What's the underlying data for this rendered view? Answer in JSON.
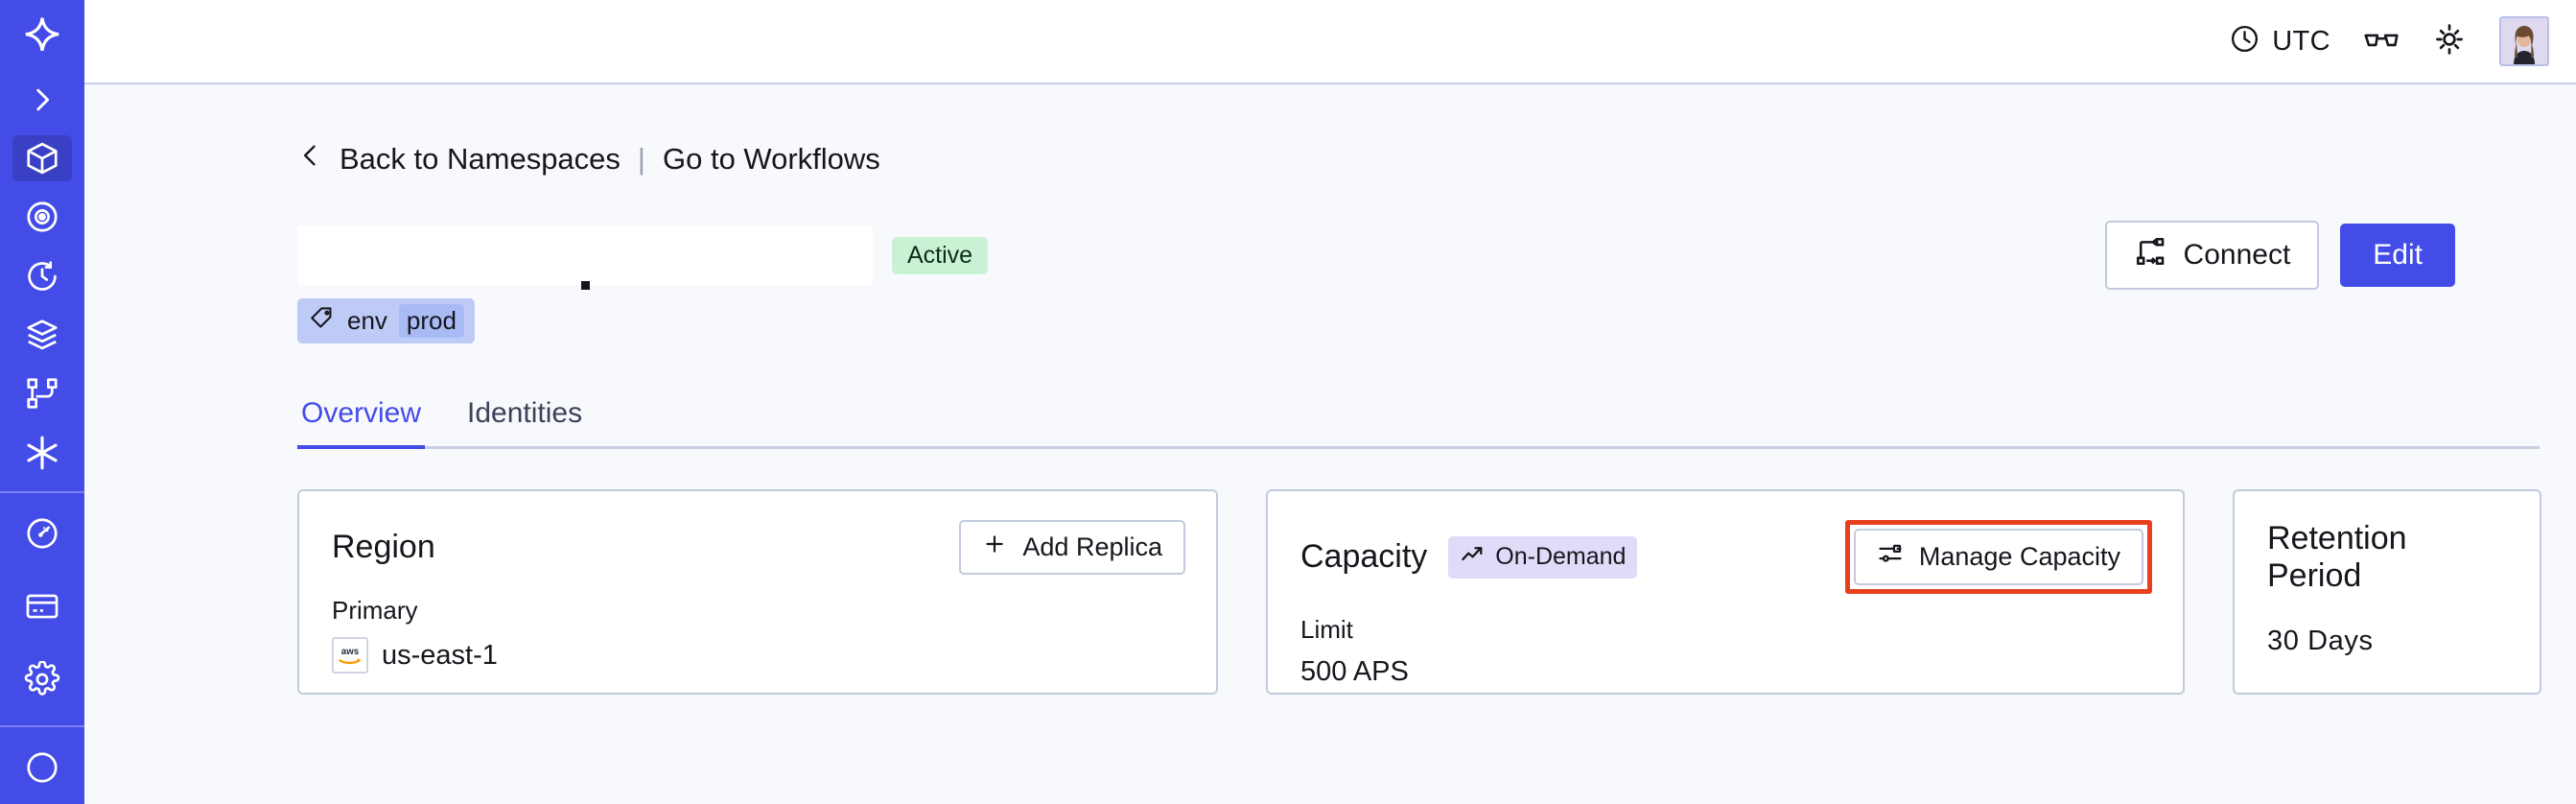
{
  "sidebar": {
    "logo_icon": "temporal-star-logo",
    "expand_icon": "chevron-right-icon",
    "items": [
      {
        "name": "namespaces",
        "icon": "cube-icon",
        "active": true
      },
      {
        "name": "observability",
        "icon": "eye-spiral-icon",
        "active": false
      },
      {
        "name": "schedules",
        "icon": "clock-history-icon",
        "active": false
      },
      {
        "name": "batch-operations",
        "icon": "layers-icon",
        "active": false
      },
      {
        "name": "workflows",
        "icon": "git-branch-icon",
        "active": false
      },
      {
        "name": "nexus",
        "icon": "asterisk-icon",
        "active": false
      }
    ],
    "bottom_items": [
      {
        "name": "usage",
        "icon": "gauge-icon"
      },
      {
        "name": "billing",
        "icon": "credit-card-icon"
      },
      {
        "name": "settings",
        "icon": "gear-icon"
      }
    ]
  },
  "topbar": {
    "timezone_label": "UTC",
    "timezone_icon": "clock-icon",
    "glasses_icon": "reading-glasses-icon",
    "theme_icon": "sun-icon",
    "avatar_icon": "user-avatar"
  },
  "breadcrumb": {
    "back_icon": "chevron-left-icon",
    "back_label": "Back to Namespaces",
    "separator": "|",
    "forward_label": "Go to Workflows"
  },
  "header": {
    "namespace_title": "",
    "status": "Active",
    "connect_label": "Connect",
    "connect_icon": "connect-nodes-icon",
    "edit_label": "Edit",
    "tag_icon": "tag-icon",
    "tag_key": "env",
    "tag_value": "prod"
  },
  "tabs": [
    {
      "label": "Overview",
      "active": true
    },
    {
      "label": "Identities",
      "active": false
    }
  ],
  "cards": {
    "region": {
      "title": "Region",
      "action_label": "Add Replica",
      "action_icon": "plus-icon",
      "sublabel": "Primary",
      "provider_icon": "aws-logo",
      "value": "us-east-1"
    },
    "capacity": {
      "title": "Capacity",
      "badge_label": "On-Demand",
      "badge_icon": "trending-up-icon",
      "action_label": "Manage Capacity",
      "action_icon": "sliders-icon",
      "sublabel": "Limit",
      "value": "500 APS",
      "highlighted": true
    },
    "retention": {
      "title": "Retention Period",
      "value": "30  Days"
    }
  },
  "colors": {
    "sidebar_bg": "#444CE7",
    "accent": "#444CE7",
    "page_bg": "#F8F9FC",
    "status_green": "#C9F2D5",
    "badge_purple": "#E0DBF8",
    "tag_blue": "#BFCBF7",
    "highlight_red": "#E8401F"
  }
}
